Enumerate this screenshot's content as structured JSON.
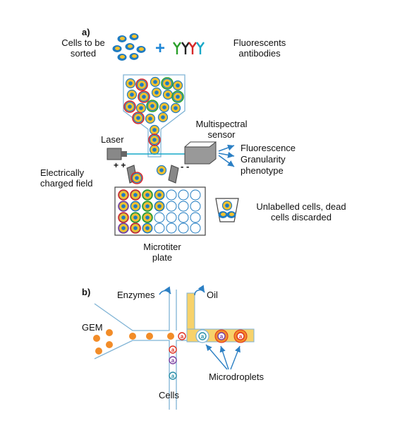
{
  "panel_a": {
    "tag": "a)",
    "cells_to_sort": "Cells to be\nsorted",
    "fluorescent_antibodies": "Fluorescents\nantibodies",
    "laser": "Laser",
    "multispectral_sensor": "Multispectral\nsensor",
    "sensor_outputs": [
      "Fluorescence",
      "Granularity",
      "phenotype"
    ],
    "charged_field": "Electrically\ncharged field",
    "discarded": "Unlabelled cells, dead\ncells discarded",
    "microtiter_plate": "Microtiter\nplate",
    "plus_signs": "+ +",
    "minus_signs": "- -",
    "plus_operator": "+"
  },
  "panel_b": {
    "tag": "b)",
    "enzymes": "Enzymes",
    "oil": "Oil",
    "gem": "GEM",
    "cells": "Cells",
    "microdroplets": "Microdroplets",
    "cell_letter": "a"
  },
  "colors": {
    "cell_blue": "#1f7bc1",
    "cell_yellow": "#f2c12e",
    "ab_green": "#2aa02a",
    "ab_red": "#d62728",
    "ab_cyan": "#17a8c8",
    "plus_blue": "#1e86d6",
    "channel_blue": "#7fb3d5",
    "gem_orange": "#f28c28",
    "oil_yellow": "#f7d26b",
    "droplet_red": "#e03020",
    "droplet_purple": "#7b3fa0",
    "droplet_teal": "#2a8fa8"
  }
}
